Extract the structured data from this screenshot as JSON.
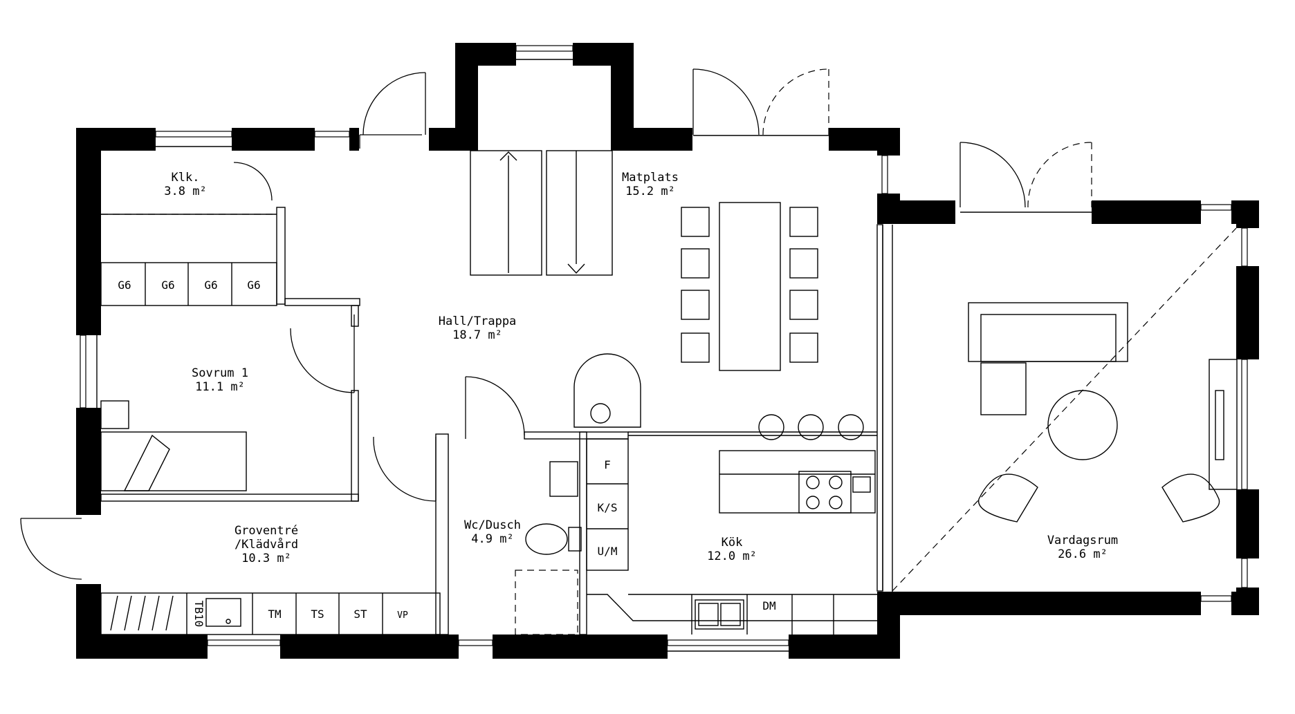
{
  "rooms": {
    "klk": {
      "name": "Klk.",
      "area": "3.8 m²"
    },
    "matplats": {
      "name": "Matplats",
      "area": "15.2 m²"
    },
    "hall": {
      "name": "Hall/Trappa",
      "area": "18.7 m²"
    },
    "sovrum": {
      "name": "Sovrum 1",
      "area": "11.1 m²"
    },
    "groventre": {
      "name": "Groventré",
      "name2": "/Klädvård",
      "area": "10.3 m²"
    },
    "wc": {
      "name": "Wc/Dusch",
      "area": "4.9 m²"
    },
    "kok": {
      "name": "Kök",
      "area": "12.0 m²"
    },
    "vardagsrum": {
      "name": "Vardagsrum",
      "area": "26.6 m²"
    }
  },
  "fixtures": {
    "wardrobes": [
      "G6",
      "G6",
      "G6",
      "G6"
    ],
    "laundry": [
      "TB10",
      "TM",
      "TS",
      "ST",
      "VP"
    ],
    "fridge_column": [
      "F",
      "K/S",
      "U/M"
    ],
    "dishwasher": "DM"
  },
  "colors": {
    "walls": "#000000",
    "background": "#ffffff",
    "lines": "#000000"
  }
}
